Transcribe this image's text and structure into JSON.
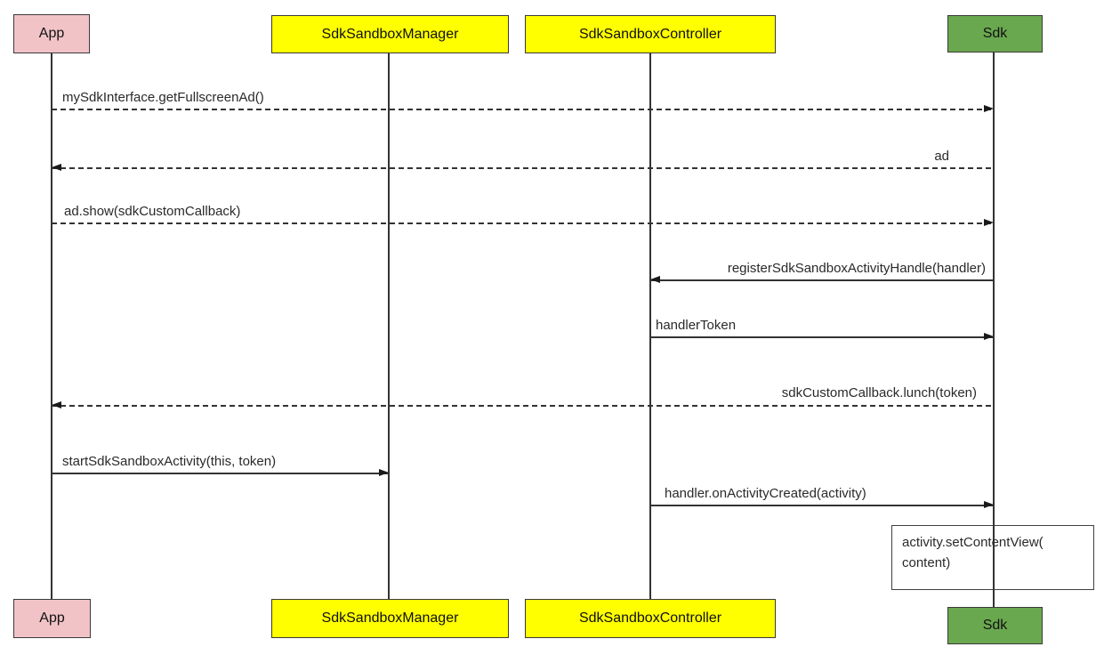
{
  "diagram": {
    "type": "uml-sequence-diagram",
    "participants": [
      {
        "id": "app",
        "label": "App",
        "fill": "#f1c3c7"
      },
      {
        "id": "manager",
        "label": "SdkSandboxManager",
        "fill": "#ffff00"
      },
      {
        "id": "controller",
        "label": "SdkSandboxController",
        "fill": "#ffff00"
      },
      {
        "id": "sdk",
        "label": "Sdk",
        "fill": "#6aa84f"
      }
    ],
    "messages": [
      {
        "from": "App",
        "to": "Sdk",
        "label": "mySdkInterface.getFullscreenAd()",
        "line": "dashed"
      },
      {
        "from": "Sdk",
        "to": "App",
        "label": "ad",
        "line": "dashed"
      },
      {
        "from": "App",
        "to": "Sdk",
        "label": "ad.show(sdkCustomCallback)",
        "line": "dashed"
      },
      {
        "from": "Sdk",
        "to": "SdkSandboxController",
        "label": "registerSdkSandboxActivityHandle(handler)",
        "line": "solid"
      },
      {
        "from": "SdkSandboxController",
        "to": "Sdk",
        "label": "handlerToken",
        "line": "solid"
      },
      {
        "from": "Sdk",
        "to": "App",
        "label": "sdkCustomCallback.lunch(token)",
        "line": "dashed"
      },
      {
        "from": "App",
        "to": "SdkSandboxManager",
        "label": "startSdkSandboxActivity(this, token)",
        "line": "solid"
      },
      {
        "from": "SdkSandboxController",
        "to": "Sdk",
        "label": "handler.onActivityCreated(activity)",
        "line": "solid"
      }
    ],
    "note": {
      "line1": "activity.setContentView(",
      "line2": "content)"
    },
    "colors": {
      "app_fill": "#f1c3c7",
      "manager_fill": "#ffff00",
      "controller_fill": "#ffff00",
      "sdk_fill": "#6aa84f",
      "line_color": "#333333",
      "border_color": "#3a3a3a",
      "note_background": "#ffffff"
    }
  }
}
